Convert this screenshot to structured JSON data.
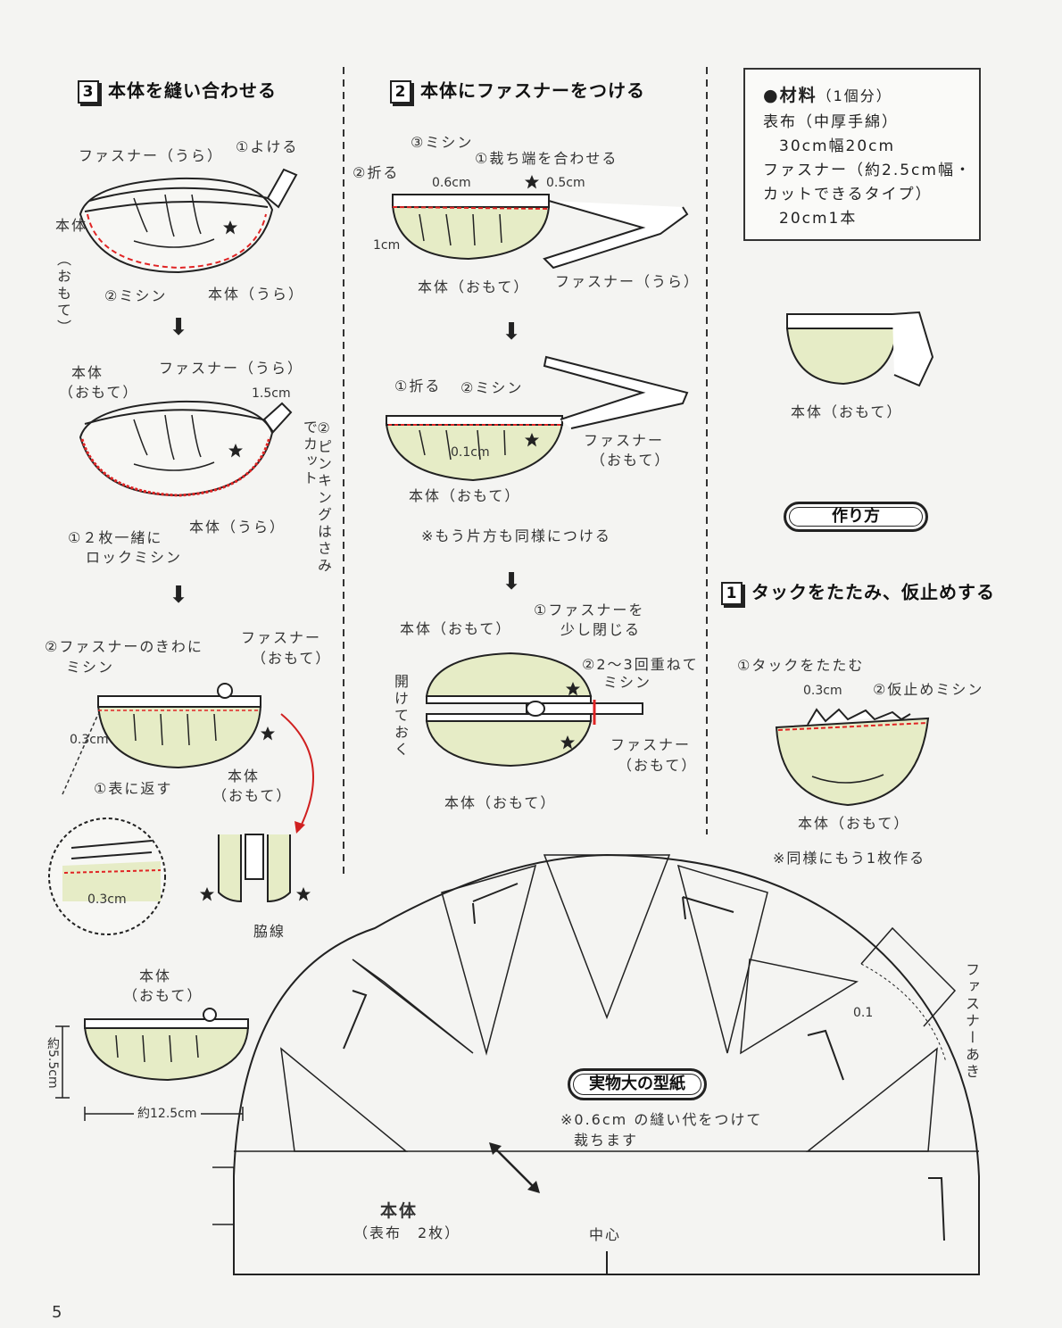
{
  "page_number": "5",
  "materials": {
    "title": "●材料",
    "qty": "（1個分）",
    "lines": [
      "表布（中厚手綿）",
      "30cm幅20cm",
      "ファスナー（約2.5cm幅・",
      "カットできるタイプ）",
      "20cm1本"
    ]
  },
  "how_to_make_badge": "作り方",
  "step1": {
    "num": "1",
    "title": "タックをたたみ、仮止めする",
    "labels": [
      "①タックをたたむ",
      "0.3cm",
      "②仮止めミシン",
      "本体（おもて）"
    ],
    "note": "※同様にもう1枚作る"
  },
  "step2": {
    "num": "2",
    "title": "本体にファスナーをつける",
    "a": [
      "③ミシン",
      "①裁ち端を合わせる",
      "②折る",
      "0.6cm",
      "0.5cm",
      "1cm",
      "本体（おもて）",
      "ファスナー（うら）"
    ],
    "b": [
      "①折る",
      "②ミシン",
      "0.1cm",
      "ファスナー",
      "（おもて）",
      "本体（おもて）"
    ],
    "note": "※もう片方も同様につける",
    "c": [
      "本体（おもて）",
      "①ファスナーを",
      "少し閉じる",
      "②2〜3回重ねて",
      "ミシン",
      "ファスナー",
      "（おもて）",
      "本体（おもて）"
    ],
    "c_vertical": "開けておく"
  },
  "step3": {
    "num": "3",
    "title": "本体を縫い合わせる",
    "a": [
      "ファスナー（うら）",
      "①よける",
      "本体",
      "②ミシン",
      "本体（うら）"
    ],
    "a_vertical": "（おもて）",
    "b": [
      "本体",
      "（おもて）",
      "ファスナー（うら）",
      "1.5cm",
      "①２枚一緒に",
      "ロックミシン",
      "本体（うら）"
    ],
    "b_vertical": "②ピンキングはさみでカット",
    "c": [
      "②ファスナーのきわに",
      "ミシン",
      "ファスナー",
      "（おもて）",
      "0.3cm",
      "①表に返す",
      "本体",
      "（おもて）"
    ],
    "detail": [
      "0.3cm",
      "脇線"
    ]
  },
  "finished": {
    "labels": [
      "本体",
      "（おもて）"
    ],
    "height": "約5.5cm",
    "width": "約12.5cm"
  },
  "pattern": {
    "badge": "実物大の型紙",
    "note1": "※0.6cm の縫い代をつけて",
    "note2": "裁ちます",
    "part": "本体",
    "part_sub": "（表布　2枚）",
    "center": "中心",
    "seam": "0.1",
    "zipper_opening": "ファスナーあき"
  },
  "colors": {
    "fabric": "#e6ecc6",
    "stitch": "#e02424",
    "line": "#222222"
  }
}
